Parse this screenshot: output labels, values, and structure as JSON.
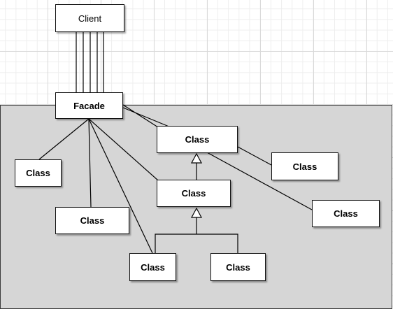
{
  "diagram": {
    "client": "Client",
    "facade": "Facade",
    "classes": {
      "left_small": "Class",
      "left_bottom": "Class",
      "parent": "Class",
      "middle": "Class",
      "child_left": "Class",
      "child_right": "Class",
      "right_top": "Class",
      "right_bottom": "Class"
    }
  }
}
